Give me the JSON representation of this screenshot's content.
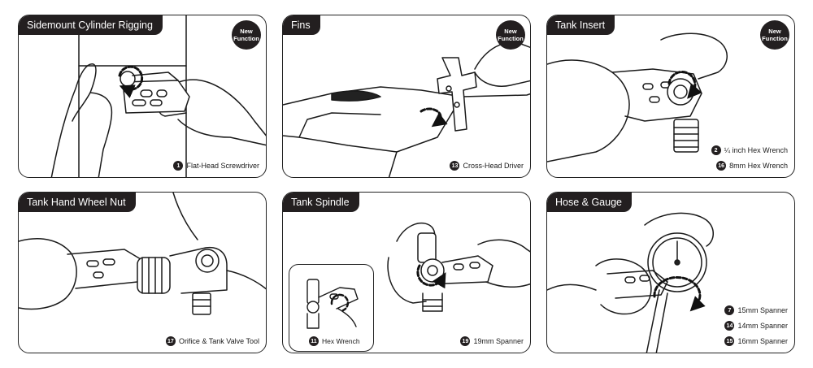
{
  "panels": [
    {
      "title": "Sidemount Cylinder Rigging",
      "badge": "New Function",
      "tools": [
        {
          "num": "1",
          "label": "Flat-Head Screwdriver"
        }
      ]
    },
    {
      "title": "Fins",
      "badge": "New Function",
      "tools": [
        {
          "num": "13",
          "label": "Cross-Head Driver"
        }
      ]
    },
    {
      "title": "Tank Insert",
      "badge": "New Function",
      "tools": [
        {
          "num": "2",
          "label": "¼ inch Hex Wrench"
        },
        {
          "num": "16",
          "label": "8mm Hex Wrench"
        }
      ]
    },
    {
      "title": "Tank Hand Wheel Nut",
      "badge": "",
      "tools": [
        {
          "num": "17",
          "label": "Orifice & Tank Valve Tool"
        }
      ]
    },
    {
      "title": "Tank Spindle",
      "badge": "",
      "inset": {
        "num": "11",
        "label": "Hex Wrench"
      },
      "tools": [
        {
          "num": "19",
          "label": "19mm Spanner"
        }
      ]
    },
    {
      "title": "Hose & Gauge",
      "badge": "",
      "tools": [
        {
          "num": "7",
          "label": "15mm Spanner"
        },
        {
          "num": "14",
          "label": "14mm Spanner"
        },
        {
          "num": "15",
          "label": "16mm Spanner"
        }
      ]
    }
  ],
  "colors": {
    "ink": "#231f20",
    "paper": "#ffffff"
  }
}
